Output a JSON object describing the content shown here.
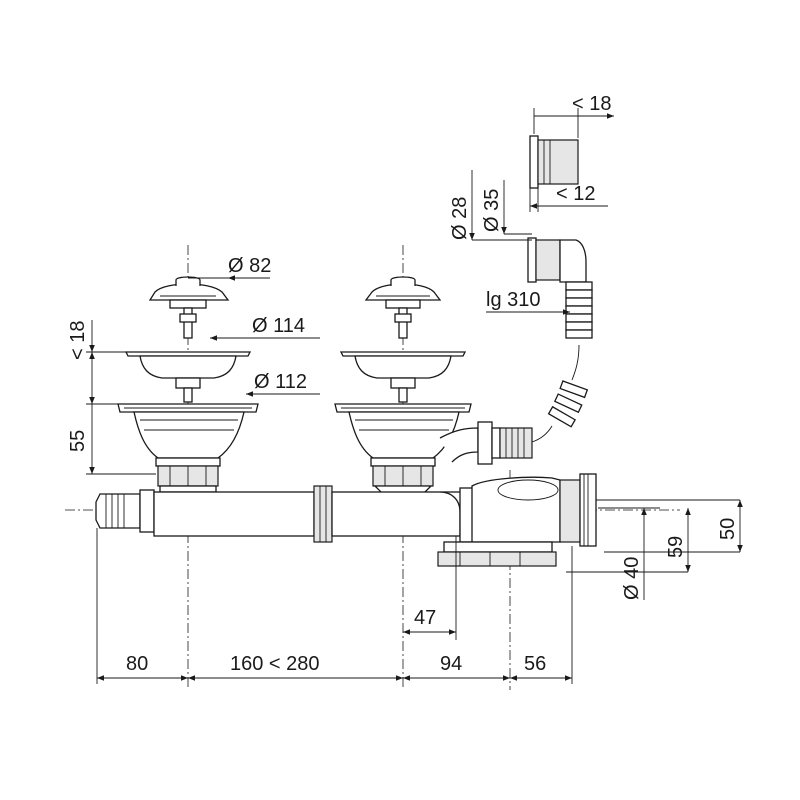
{
  "dimensions": {
    "strainer_diameter": "Ø 82",
    "flange_diameter": "Ø 114",
    "body_diameter": "Ø 112",
    "flange_height": "< 18",
    "bowl_depth": "55",
    "overflow_height": "< 18",
    "overflow_depth": "< 12",
    "overflow_outer_diameter": "Ø 35",
    "overflow_inner_diameter": "Ø 28",
    "hose_length": "lg 310",
    "outlet_diameter": "Ø 40",
    "outlet_height_59": "59",
    "outlet_height_50": "50",
    "offset_47": "47",
    "dim_80": "80",
    "dim_160_280": "160 < 280",
    "dim_94": "94",
    "dim_56": "56"
  },
  "colors": {
    "line": "#1a1a1a",
    "fill_part": "#ffffff",
    "fill_shade": "#e6e6e6"
  }
}
